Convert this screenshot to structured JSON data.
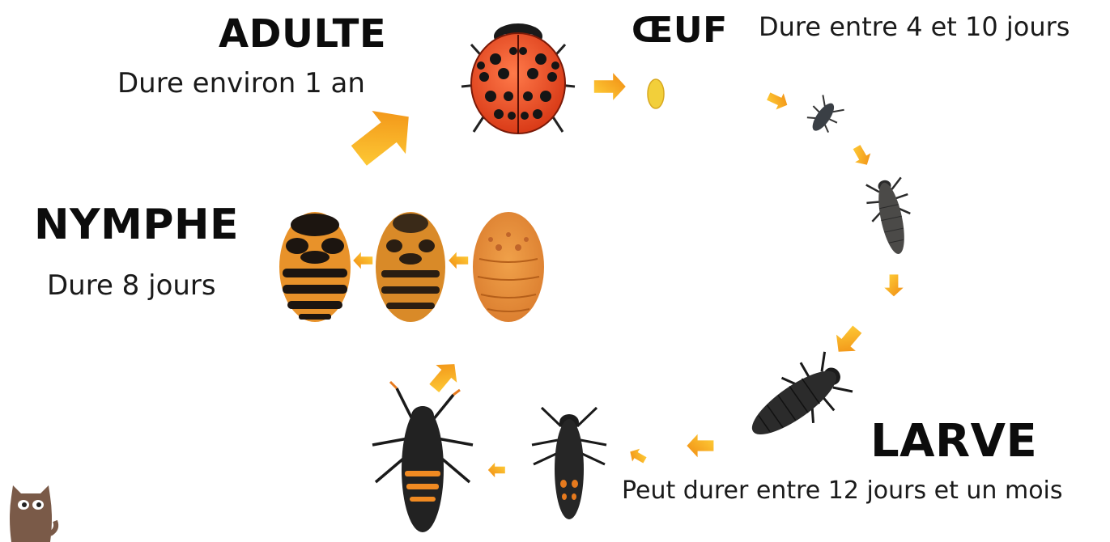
{
  "stages": {
    "adulte": {
      "title": "ADULTE",
      "duration": "Dure environ 1 an"
    },
    "oeuf": {
      "title": "ŒUF",
      "duration": "Dure entre 4 et 10 jours"
    },
    "larve": {
      "title": "LARVE",
      "duration": "Peut durer entre 12 jours et un mois"
    },
    "nymphe": {
      "title": "NYMPHE",
      "duration": "Dure 8 jours"
    }
  },
  "colors": {
    "arrow": "#f6a21c",
    "ladybug_red": "#e8401c",
    "pupa_orange": "#e88a2a",
    "larva_dark": "#1f1f1f",
    "egg_yellow": "#f2cf3a",
    "mascot": "#7a5a48"
  },
  "icons": [
    "ladybug-icon",
    "egg-icon",
    "larva-icon",
    "pupa-icon",
    "arrow-icon",
    "cat-mascot-icon"
  ]
}
